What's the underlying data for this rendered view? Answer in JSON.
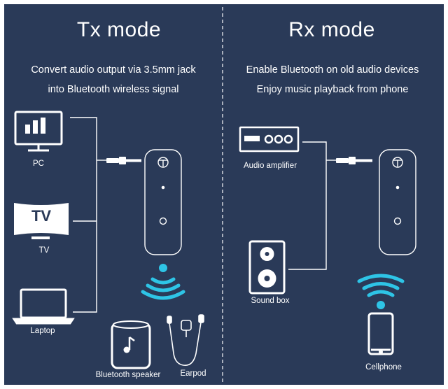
{
  "tx": {
    "title": "Tx mode",
    "description_line1": "Convert audio output via 3.5mm jack",
    "description_line2": "into Bluetooth wireless signal",
    "devices": {
      "pc": "PC",
      "tv": "TV",
      "tv_screen_text": "TV",
      "laptop": "Laptop",
      "bluetooth_speaker": "Bluetooth speaker",
      "earpod": "Earpod"
    }
  },
  "rx": {
    "title": "Rx mode",
    "description_line1": "Enable Bluetooth on old audio devices",
    "description_line2": "Enjoy music playback from phone",
    "devices": {
      "audio_amplifier": "Audio amplifier",
      "sound_box": "Sound box",
      "cellphone": "Cellphone"
    }
  },
  "icons": [
    "monitor-icon",
    "tv-icon",
    "laptop-icon",
    "speaker-icon",
    "earphones-icon",
    "amplifier-icon",
    "sound-box-icon",
    "phone-icon",
    "wifi-icon",
    "audio-jack-icon",
    "bluetooth-adapter-icon"
  ],
  "colors": {
    "background": "#2a3a58",
    "line": "#ffffff",
    "wifi": "#2ec4e6"
  }
}
